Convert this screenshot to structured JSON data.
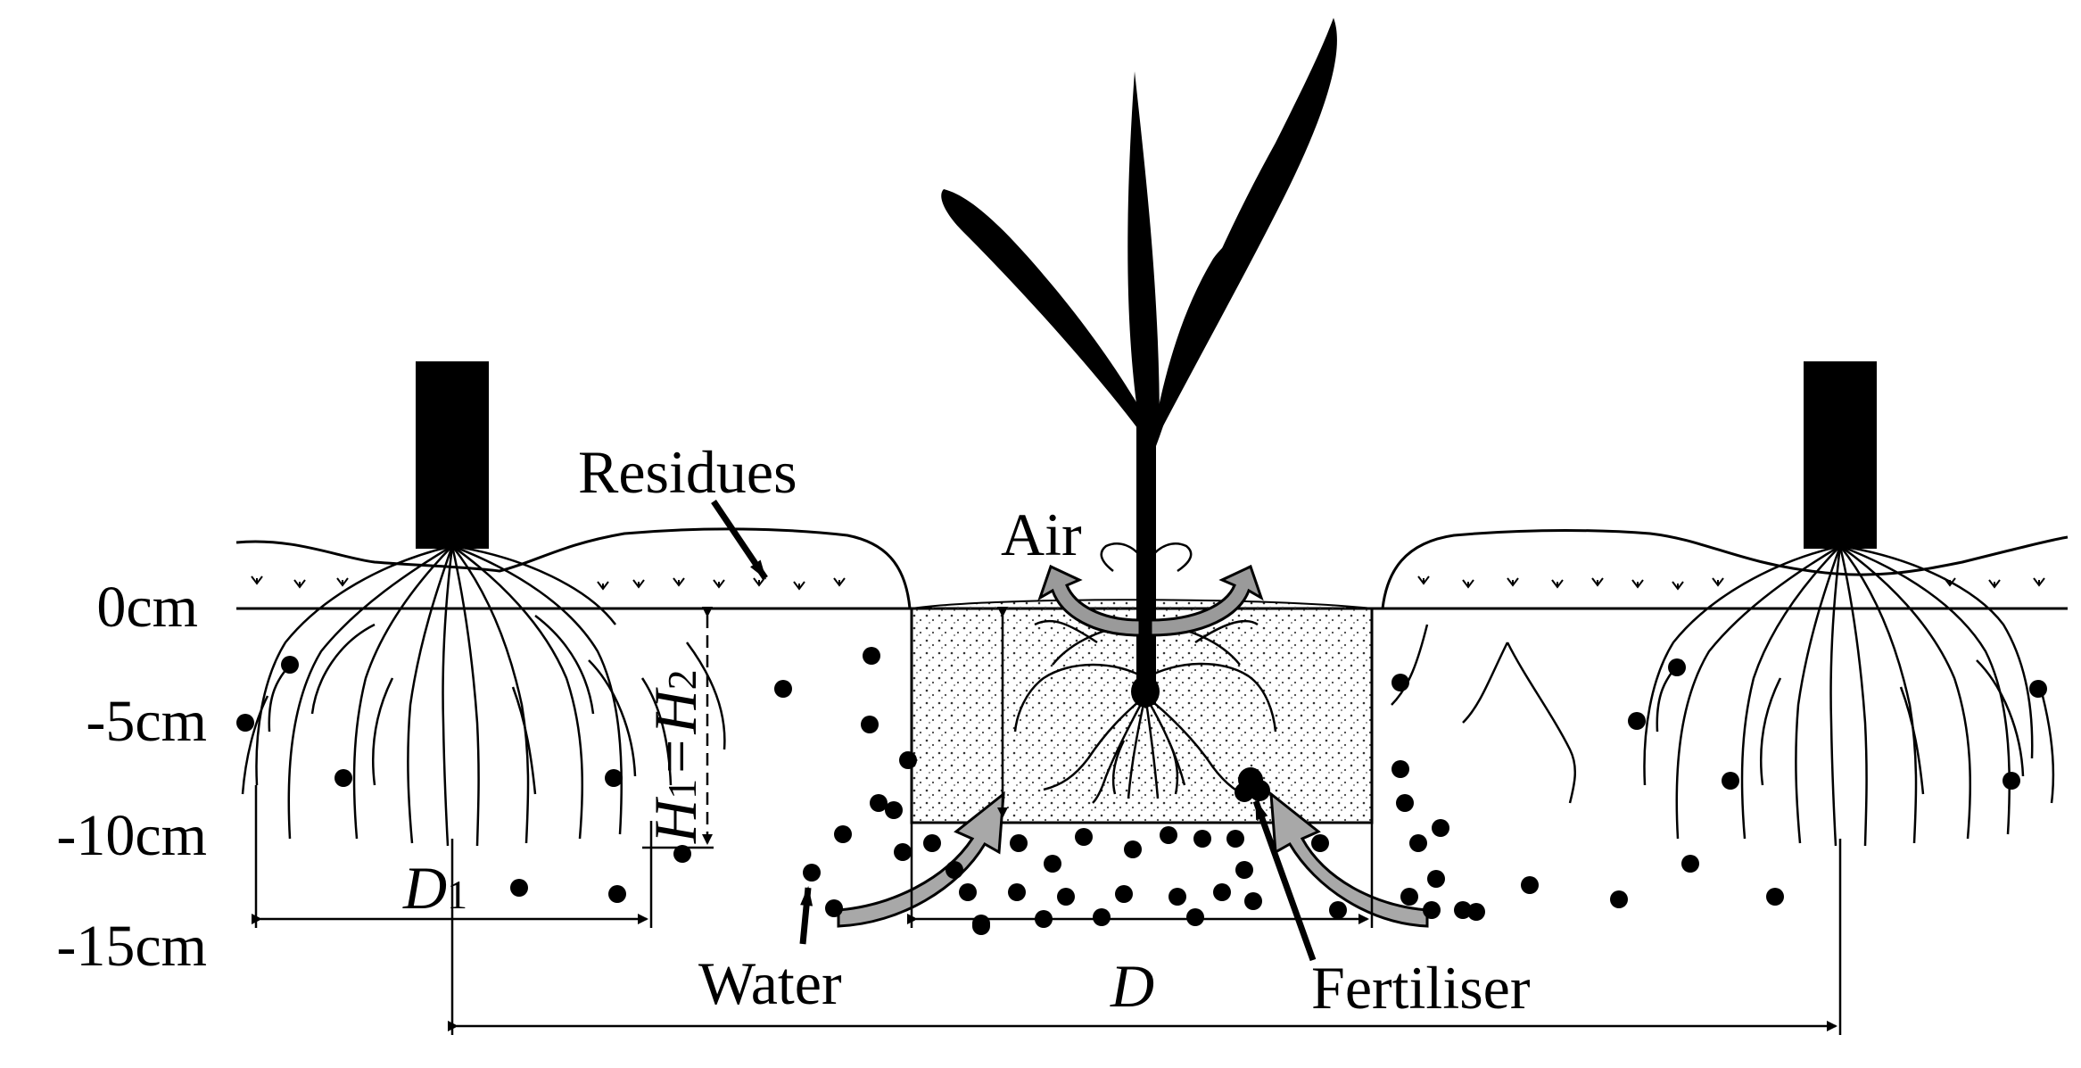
{
  "labels": {
    "residues": "Residues",
    "air": "Air",
    "water": "Water",
    "fertiliser": "Fertiliser"
  },
  "depth_axis": [
    "0cm",
    "-5cm",
    "-10cm",
    "-15cm"
  ],
  "dimensions": {
    "d": "D",
    "d1_main": "D",
    "d1_sub": "1",
    "h1_main": "H",
    "h1_sub": "1",
    "equals": "=",
    "h2_main": "H",
    "h2_sub": "2"
  }
}
